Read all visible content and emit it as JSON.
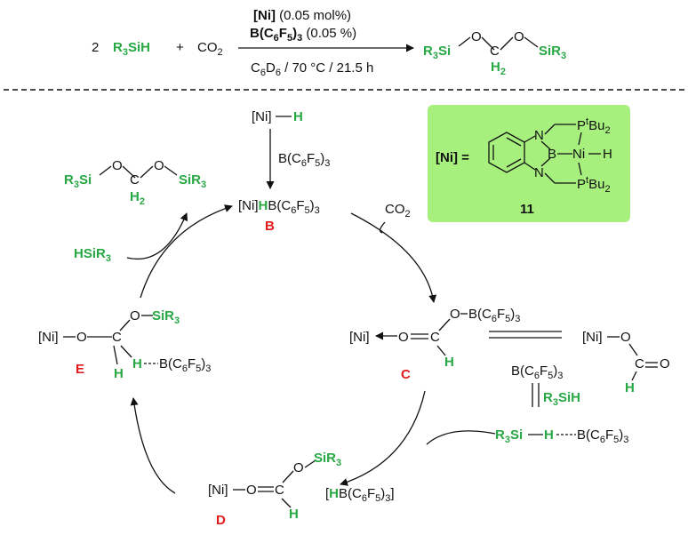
{
  "header": {
    "coef": "2",
    "silane": "R3SiH",
    "plus": "+",
    "co2": "CO2",
    "cond_cat": "[Ni] (0.05 mol%)",
    "cond_lewis": "B(C6F5)3 (0.05 %)",
    "cond_solvent": "C6D6 / 70 °C / 21.5 h",
    "product": "R3Si–O–CH2–O–SiR3"
  },
  "catalyst_box": {
    "label": "[Ni] =",
    "atoms": [
      "N",
      "N",
      "B",
      "Ni",
      "H",
      "PtBu2",
      "PtBu2"
    ],
    "number": "11",
    "color": "#a7f07e"
  },
  "cycle": {
    "start": "[Ni]–H",
    "add_reagent": "B(C6F5)3",
    "B": {
      "label": "B",
      "species": "[Ni]HB(C6F5)3"
    },
    "co2_in": "CO2",
    "C": {
      "label": "C",
      "species": "[Ni]←O=CH–O–B(C6F5)3"
    },
    "formate": "[Ni]–O–CH=O",
    "lewis_eq": "B(C6F5)3",
    "silane_eq": "R3SiH",
    "adduct": "R3Si–H---B(C6F5)3",
    "D": {
      "label": "D",
      "species": "[Ni]–O=CH–O–SiR3",
      "counter": "[HB(C6F5)3]"
    },
    "E": {
      "label": "E",
      "species": "[Ni]–O–CH(O–SiR3)H---B(C6F5)3"
    },
    "hsir3": "HSiR3",
    "product": "R3Si–O–CH2–O–SiR3"
  },
  "colors": {
    "green": "#27a844",
    "red": "#e11b1b"
  }
}
